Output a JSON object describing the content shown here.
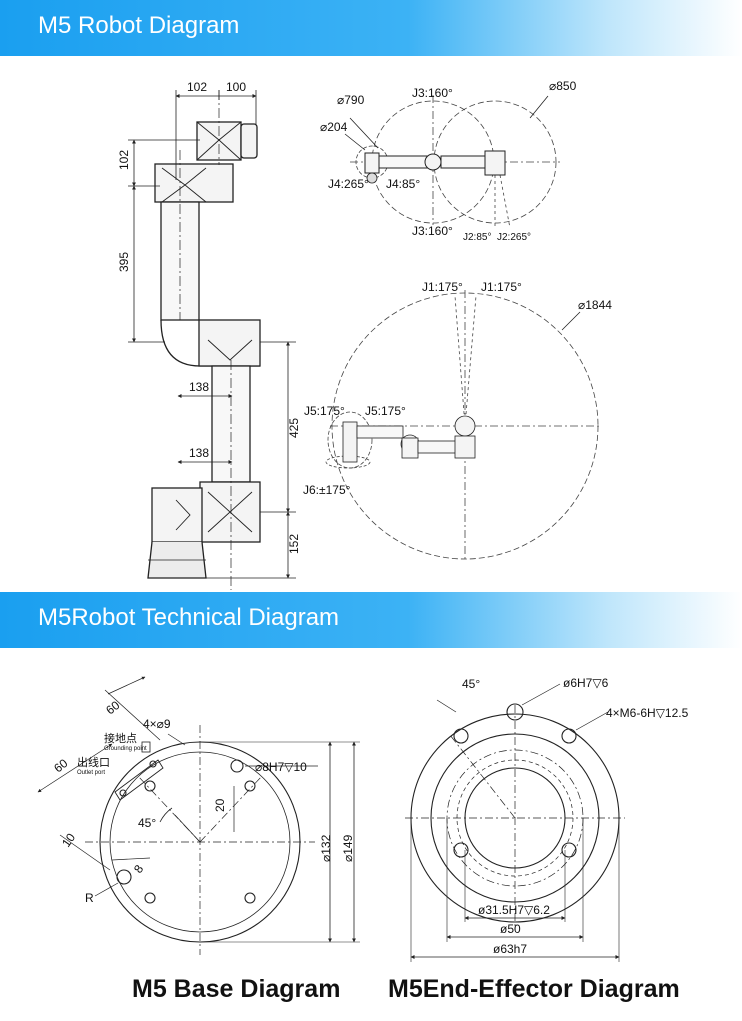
{
  "sections": {
    "top_title": "M5 Robot Diagram",
    "bottom_title": "M5Robot Technical Diagram"
  },
  "side_view": {
    "dim_top_a": "102",
    "dim_top_b": "100",
    "dim_left_a": "102",
    "dim_left_b": "395",
    "dim_mid_a": "138",
    "dim_mid_b": "138",
    "dim_right_a": "425",
    "dim_right_b": "152"
  },
  "top_view": {
    "d790": "⌀790",
    "d204": "⌀204",
    "d850": "⌀850",
    "j3_top": "J3:160°",
    "j3_bottom": "J3:160°",
    "j4_left": "J4:265°",
    "j4_right": "J4:85°",
    "j2_a": "J2:85°",
    "j2_b": "J2:265°"
  },
  "reach_view": {
    "j1_left": "J1:175°",
    "j1_right": "J1:175°",
    "d1844": "⌀1844",
    "j5_left": "J5:175°",
    "j5_right": "J5:175°",
    "j6": "J6:±175°"
  },
  "base": {
    "caption": "M5 Base Diagram",
    "dim_60a": "60",
    "dim_60b": "60",
    "holes": "4×⌀9",
    "ground_cn": "接地点",
    "ground_en": "Grounding point",
    "outlet_cn": "出线口",
    "outlet_en": "Outlet port",
    "angle": "45°",
    "dim_20": "20",
    "dim_10": "10",
    "dim_8": "8",
    "radius": "R",
    "pin": "⌀8H7▽10",
    "d132": "⌀132",
    "d149": "⌀149"
  },
  "end_effector": {
    "caption": "M5End-Effector Diagram",
    "angle": "45°",
    "pin": "ø6H7▽6",
    "thread": "4×M6-6H▽12.5",
    "d315": "ø31.5H7▽6.2",
    "d50": "ø50",
    "d63": "ø63h7"
  }
}
